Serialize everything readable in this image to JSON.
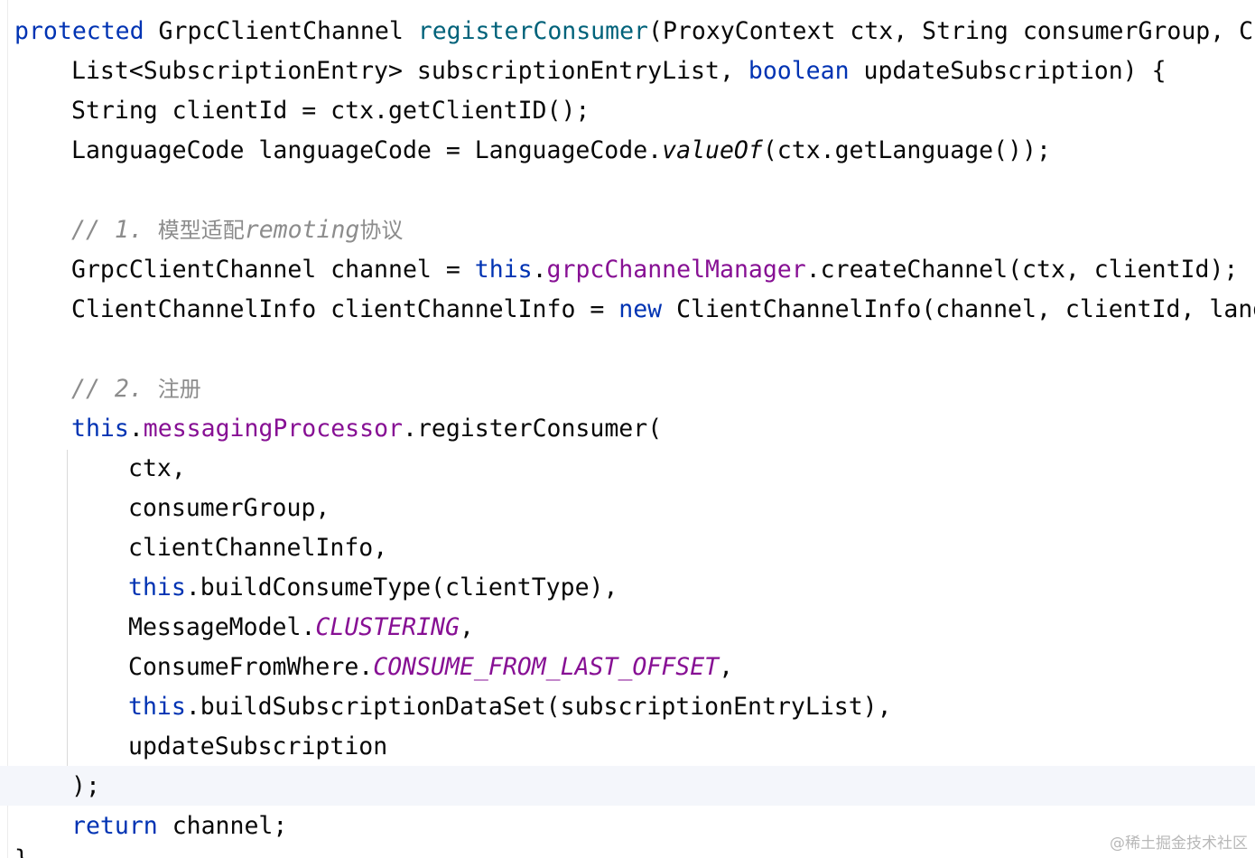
{
  "code": {
    "l1": {
      "kw_protected": "protected",
      "type": " GrpcClientChannel ",
      "method": "registerConsumer",
      "params": "(ProxyContext ctx, String consumerGroup, Cli"
    },
    "l2": {
      "t1": "List<SubscriptionEntry> subscriptionEntryList, ",
      "kw_boolean": "boolean",
      "t2": " updateSubscription) {"
    },
    "l3": "String clientId = ctx.getClientID();",
    "l4": {
      "t1": "LanguageCode languageCode = LanguageCode.",
      "value_of": "valueOf",
      "t2": "(ctx.getLanguage());"
    },
    "comment1": {
      "prefix": "// 1. ",
      "cjk1": "模型适配",
      "latin": "remoting",
      "cjk2": "协议"
    },
    "l6": {
      "t1": "GrpcClientChannel channel = ",
      "kw_this": "this",
      "dot": ".",
      "field": "grpcChannelManager",
      "t2": ".createChannel(ctx, clientId);"
    },
    "l7": {
      "t1": "ClientChannelInfo clientChannelInfo = ",
      "kw_new": "new",
      "t2": " ClientChannelInfo(channel, clientId, langu"
    },
    "comment2": {
      "prefix": "// 2. ",
      "cjk": "注册"
    },
    "l9": {
      "kw_this": "this",
      "dot": ".",
      "field": "messagingProcessor",
      "t2": ".registerConsumer("
    },
    "arg_ctx": "ctx,",
    "arg_consumer_group": "consumerGroup,",
    "arg_client_channel_info": "clientChannelInfo,",
    "arg_consume_type": {
      "kw_this": "this",
      "t2": ".buildConsumeType(clientType),"
    },
    "arg_message_model": {
      "t1": "MessageModel.",
      "const": "CLUSTERING",
      "t2": ","
    },
    "arg_consume_from": {
      "t1": "ConsumeFromWhere.",
      "const": "CONSUME_FROM_LAST_OFFSET",
      "t2": ","
    },
    "arg_subscription": {
      "kw_this": "this",
      "t2": ".buildSubscriptionDataSet(subscriptionEntryList),"
    },
    "arg_update": "updateSubscription",
    "close_call": ");",
    "return_line": {
      "kw_return": "return",
      "t2": " channel;"
    },
    "close_brace": "}"
  },
  "watermark": "@稀土掘金技术社区",
  "colors": {
    "keyword": "#0033b3",
    "method_decl": "#00627a",
    "field": "#871094",
    "comment": "#8c8c8c",
    "text": "#080808",
    "current_line": "#f4f6fb"
  }
}
